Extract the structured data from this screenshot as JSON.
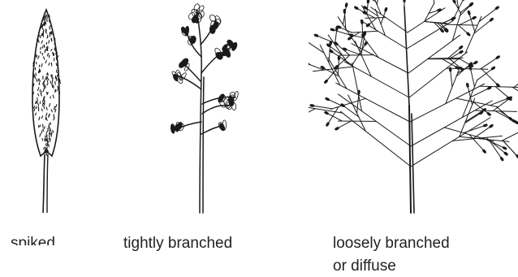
{
  "labels": {
    "spiked": "spiked",
    "tightly_branched": "tightly branched",
    "loosely_branched_line1": "loosely branched",
    "loosely_branched_line2": "or diffuse"
  },
  "colors": {
    "ink": "#1a1a1a",
    "background": "#ffffff"
  }
}
